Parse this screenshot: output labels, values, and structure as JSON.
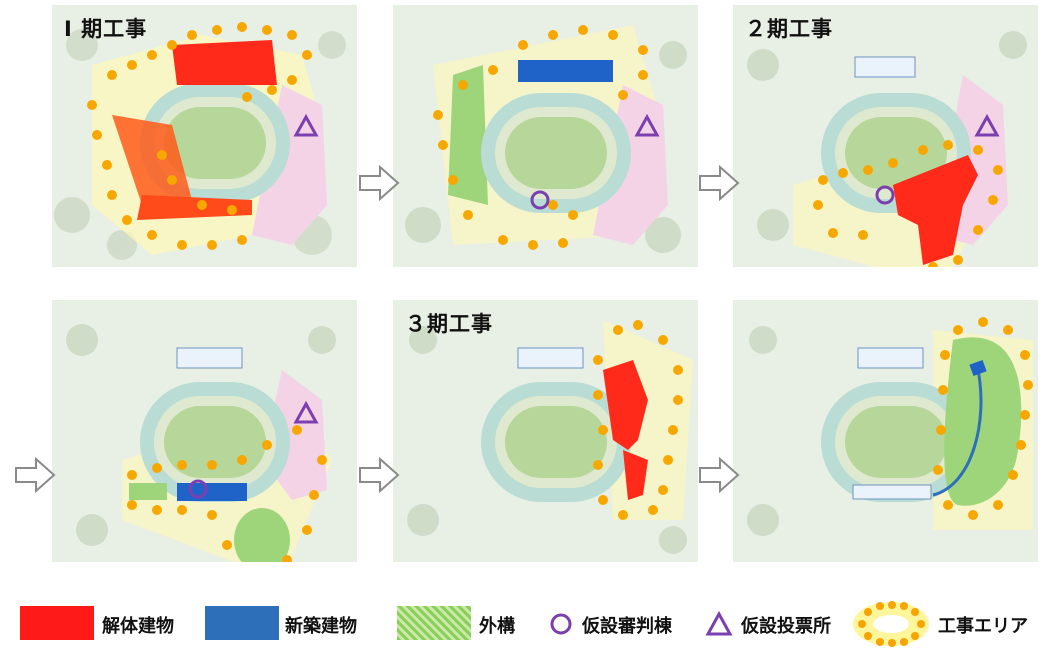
{
  "phases": [
    {
      "title": "I 期工事"
    },
    {
      "title": ""
    },
    {
      "title": "２期工事"
    },
    {
      "title": ""
    },
    {
      "title": "３期工事"
    },
    {
      "title": ""
    }
  ],
  "legend": {
    "demolition": "解体建物",
    "new_building": "新築建物",
    "exterior": "外構",
    "temp_counting": "仮設審判棟",
    "temp_polling": "仮設投票所",
    "work_area": "工事エリア"
  },
  "colors": {
    "demolition": "#ff1a1a",
    "new_building": "#2e6fba",
    "exterior": "#8bcf5a",
    "marker": "#7b3fb0",
    "dot": "#f5a400",
    "glow": "#fff59a"
  },
  "icons": {
    "circle": "circle-marker-icon",
    "triangle": "triangle-marker-icon",
    "arrow": "right-arrow-icon"
  }
}
